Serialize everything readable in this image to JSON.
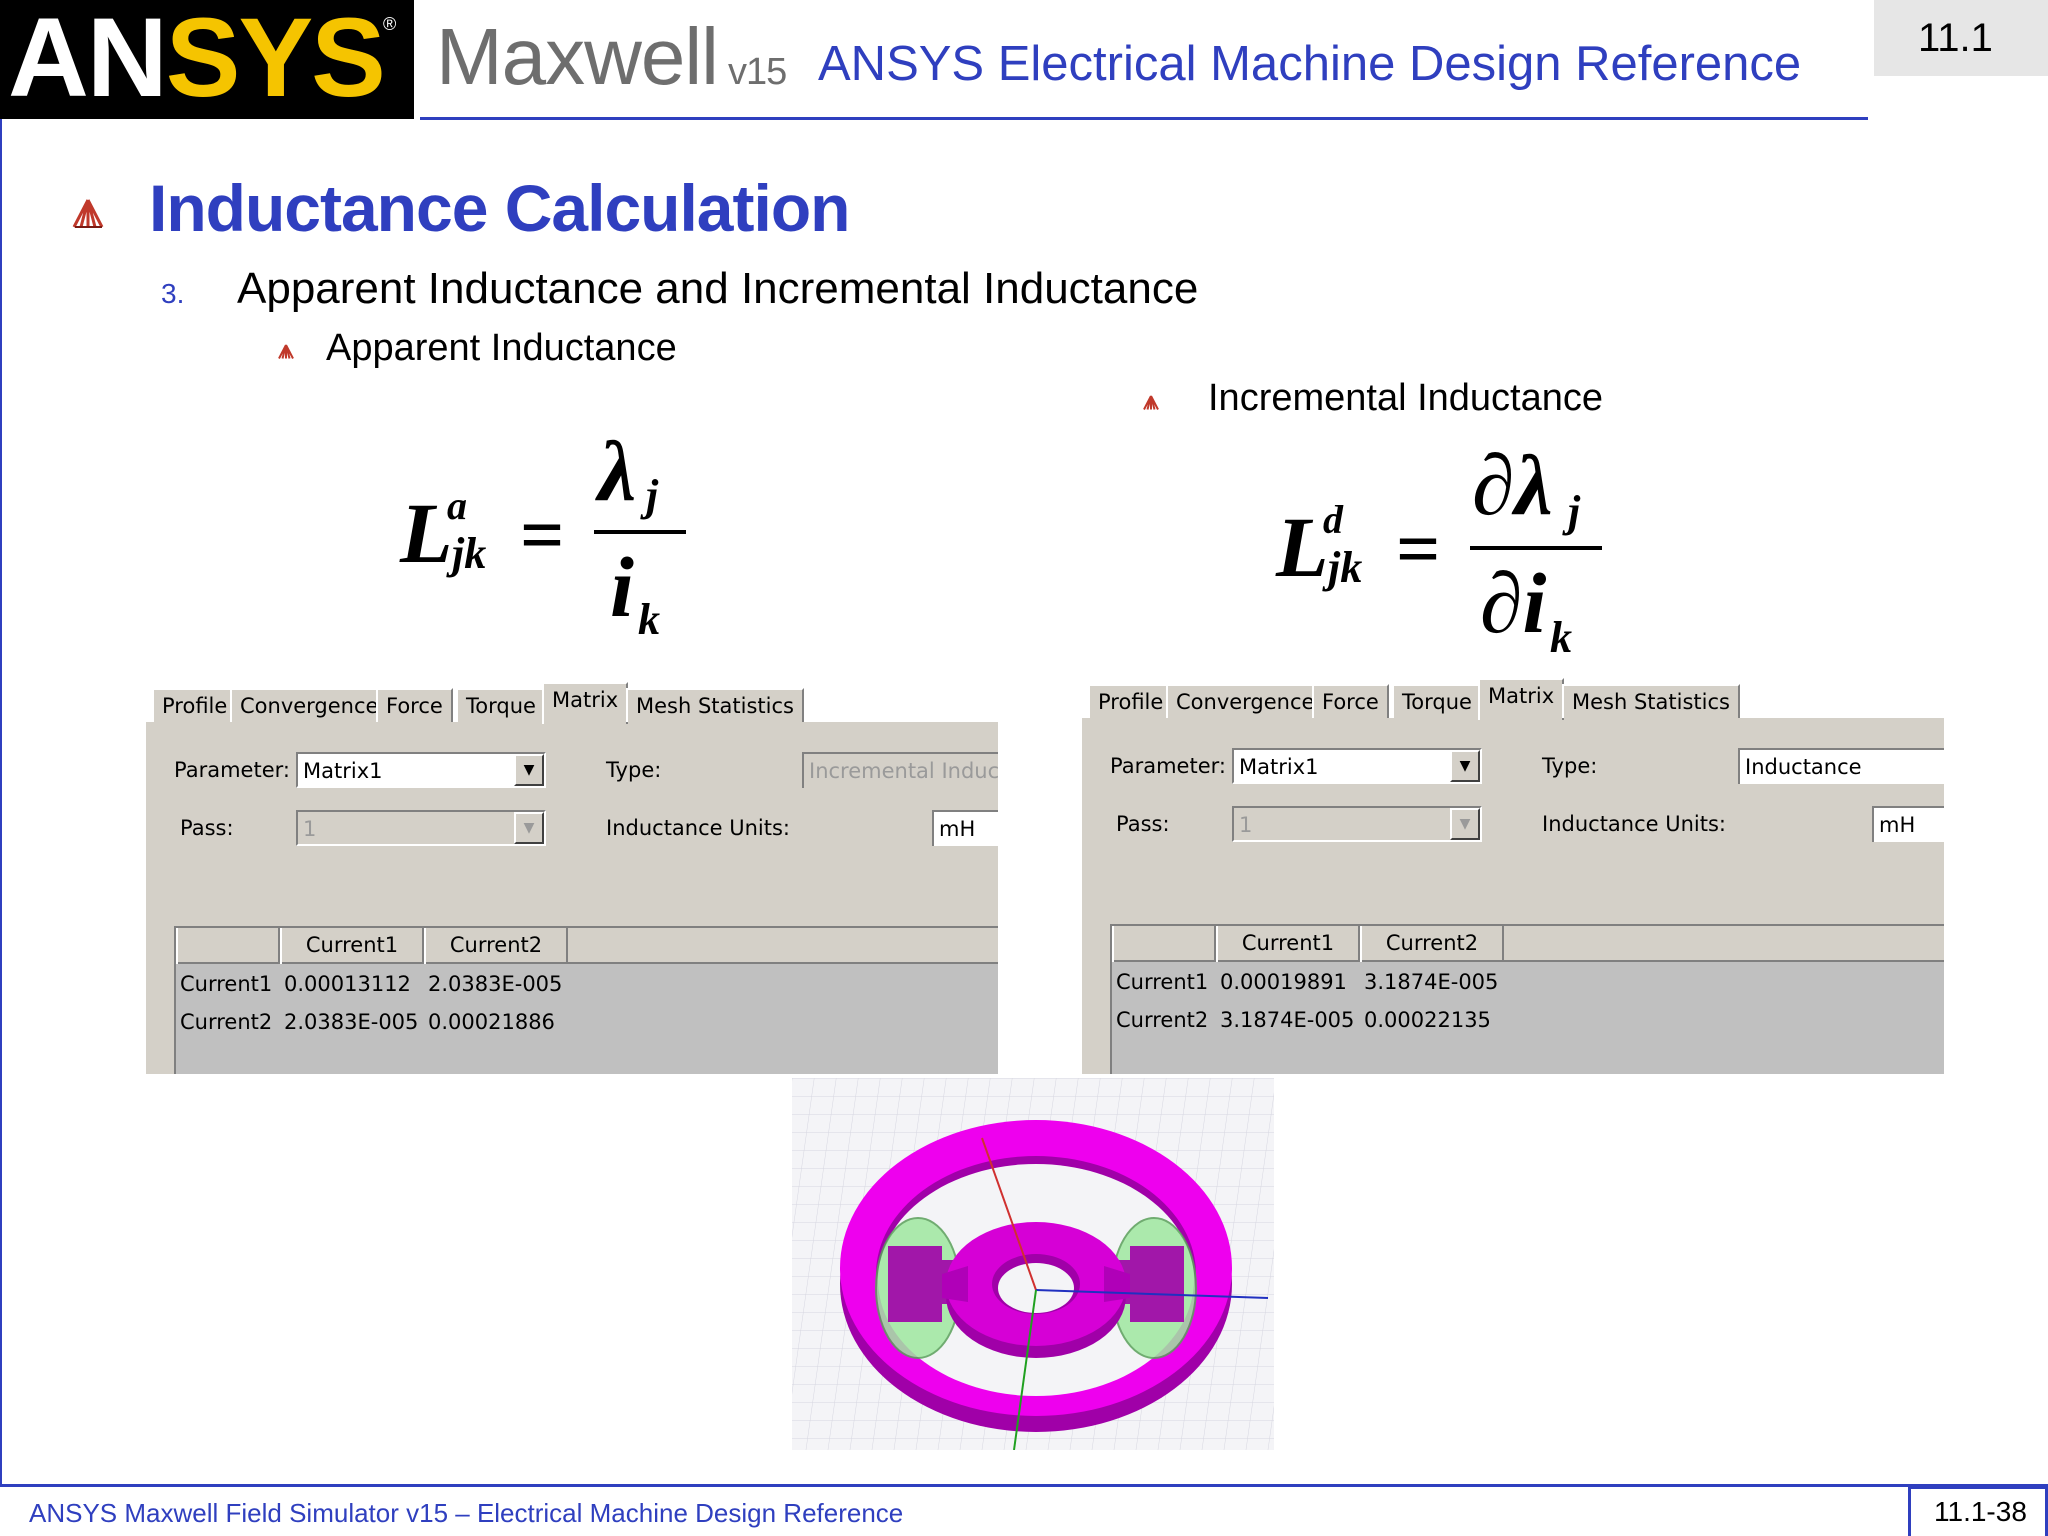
{
  "header": {
    "logo_an": "AN",
    "logo_sys": "SYS",
    "logo_reg": "®",
    "product": "Maxwell",
    "product_version": "v15",
    "doc_title": "ANSYS Electrical Machine Design Reference",
    "section": "11.1"
  },
  "slide": {
    "title": "Inductance Calculation",
    "item_number": "3.",
    "item_title": "Apparent Inductance and Incremental Inductance",
    "apparent_label": "Apparent Inductance",
    "incremental_label": "Incremental Inductance"
  },
  "formulas": {
    "apparent": {
      "L": "L",
      "sup": "a",
      "sub": "jk",
      "eq": "=",
      "num": "λ",
      "num_sub": "j",
      "den": "i",
      "den_sub": "k"
    },
    "incremental": {
      "L": "L",
      "sup": "d",
      "sub": "jk",
      "eq": "=",
      "num": "∂λ",
      "num_sub": "j",
      "den": "∂i",
      "den_sub": "k"
    }
  },
  "panel_left": {
    "tabs": [
      "Profile",
      "Convergence",
      "Force",
      "Torque",
      "Matrix",
      "Mesh Statistics"
    ],
    "active_tab": "Matrix",
    "parameter_label": "Parameter:",
    "parameter_value": "Matrix1",
    "pass_label": "Pass:",
    "pass_value": "1",
    "type_label": "Type:",
    "type_value": "Incremental Inductar",
    "units_label": "Inductance Units:",
    "units_value": "mH",
    "columns": [
      "Current1",
      "Current2"
    ],
    "rows": [
      {
        "name": "Current1",
        "c1": "0.00013112",
        "c2": "2.0383E-005"
      },
      {
        "name": "Current2",
        "c1": "2.0383E-005",
        "c2": "0.00021886"
      }
    ]
  },
  "panel_right": {
    "tabs": [
      "Profile",
      "Convergence",
      "Force",
      "Torque",
      "Matrix",
      "Mesh Statistics"
    ],
    "active_tab": "Matrix",
    "parameter_label": "Parameter:",
    "parameter_value": "Matrix1",
    "pass_label": "Pass:",
    "pass_value": "1",
    "type_label": "Type:",
    "type_value": "Inductance",
    "units_label": "Inductance Units:",
    "units_value": "mH",
    "columns": [
      "Current1",
      "Current2"
    ],
    "rows": [
      {
        "name": "Current1",
        "c1": "0.00019891",
        "c2": "3.1874E-005"
      },
      {
        "name": "Current2",
        "c1": "3.1874E-005",
        "c2": "0.00022135"
      }
    ]
  },
  "colors": {
    "brand_blue": "#2f3fbf",
    "logo_yellow": "#f5c400",
    "stator_magenta": "#ee00ee",
    "coil_green": "#9fe89f"
  },
  "footer": {
    "text": "ANSYS Maxwell Field Simulator v15 – Electrical Machine Design Reference",
    "page": "11.1-38"
  }
}
